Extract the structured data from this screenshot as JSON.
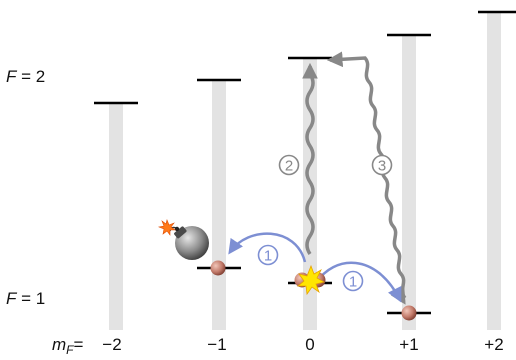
{
  "labels": {
    "f2": "F = 2",
    "f1": "F = 1",
    "mf_prefix": "m",
    "mf_sub": "F",
    "mf_eq": "=",
    "mf_values": [
      "−2",
      "−1",
      "0",
      "+1",
      "+2"
    ]
  },
  "steps": {
    "step1": "1",
    "step2": "2",
    "step3": "3"
  },
  "colors": {
    "stem": "#e3e3e3",
    "level": "#000000",
    "blue_arrow": "#7d8fd3",
    "gray_arrow": "#888888",
    "atom": "#b86a5c",
    "bomb": "#5a5a5a"
  }
}
